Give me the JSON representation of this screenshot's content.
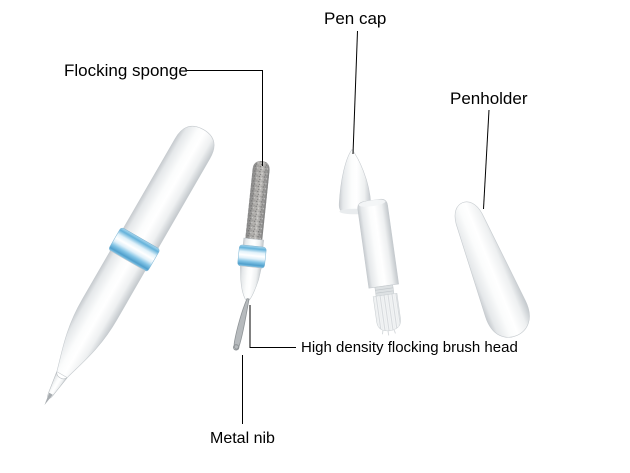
{
  "labels": {
    "flocking_sponge": "Flocking sponge",
    "pen_cap": "Pen cap",
    "penholder": "Penholder",
    "brush_head": "High density flocking brush head",
    "metal_nib": "Metal nib"
  },
  "colors": {
    "background": "#ffffff",
    "text": "#000000",
    "leader_line": "#000000",
    "accent_ring_blue": "#5fb0d8",
    "sponge_gray": "#a8a6a3",
    "pen_body_white": "#ffffff",
    "shading_gray": "#c7cbcf"
  }
}
